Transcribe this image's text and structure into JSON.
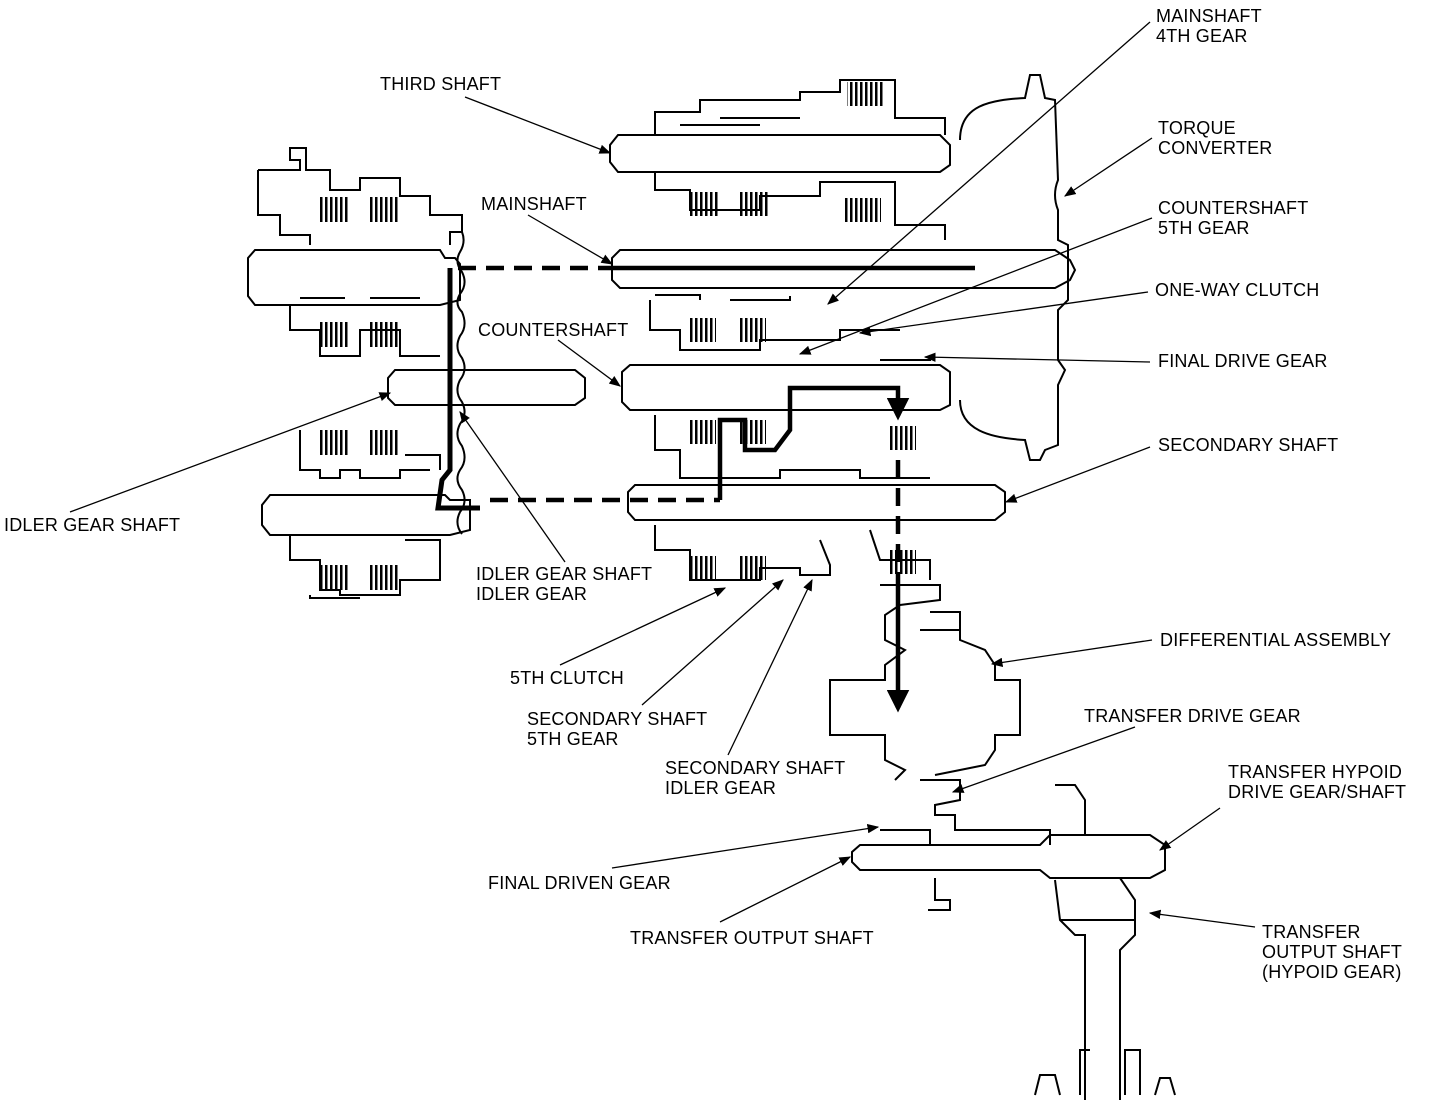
{
  "labels": {
    "mainshaft_4th_gear": [
      "MAINSHAFT",
      "4TH GEAR"
    ],
    "third_shaft": [
      "THIRD SHAFT"
    ],
    "torque_converter": [
      "TORQUE",
      "CONVERTER"
    ],
    "mainshaft": [
      "MAINSHAFT"
    ],
    "countershaft_5th_gear": [
      "COUNTERSHAFT",
      "5TH GEAR"
    ],
    "one_way_clutch": [
      "ONE-WAY CLUTCH"
    ],
    "countershaft": [
      "COUNTERSHAFT"
    ],
    "final_drive_gear": [
      "FINAL DRIVE GEAR"
    ],
    "secondary_shaft": [
      "SECONDARY SHAFT"
    ],
    "idler_gear_shaft": [
      "IDLER GEAR SHAFT"
    ],
    "idler_gear_shaft_idler_gear": [
      "IDLER GEAR SHAFT",
      "IDLER GEAR"
    ],
    "fifth_clutch": [
      "5TH CLUTCH"
    ],
    "differential_assembly": [
      "DIFFERENTIAL ASSEMBLY"
    ],
    "secondary_shaft_5th_gear": [
      "SECONDARY SHAFT",
      "5TH GEAR"
    ],
    "transfer_drive_gear": [
      "TRANSFER DRIVE GEAR"
    ],
    "secondary_shaft_idler_gear": [
      "SECONDARY SHAFT",
      "IDLER GEAR"
    ],
    "transfer_hypoid_drive_gear_shaft": [
      "TRANSFER HYPOID",
      "DRIVE GEAR/SHAFT"
    ],
    "final_driven_gear": [
      "FINAL DRIVEN GEAR"
    ],
    "transfer_output_shaft": [
      "TRANSFER OUTPUT SHAFT"
    ],
    "transfer_output_shaft_hypoid_gear": [
      "TRANSFER",
      "OUTPUT SHAFT",
      "(HYPOID GEAR)"
    ]
  },
  "colors": {
    "line": "#000000",
    "background": "#ffffff"
  }
}
